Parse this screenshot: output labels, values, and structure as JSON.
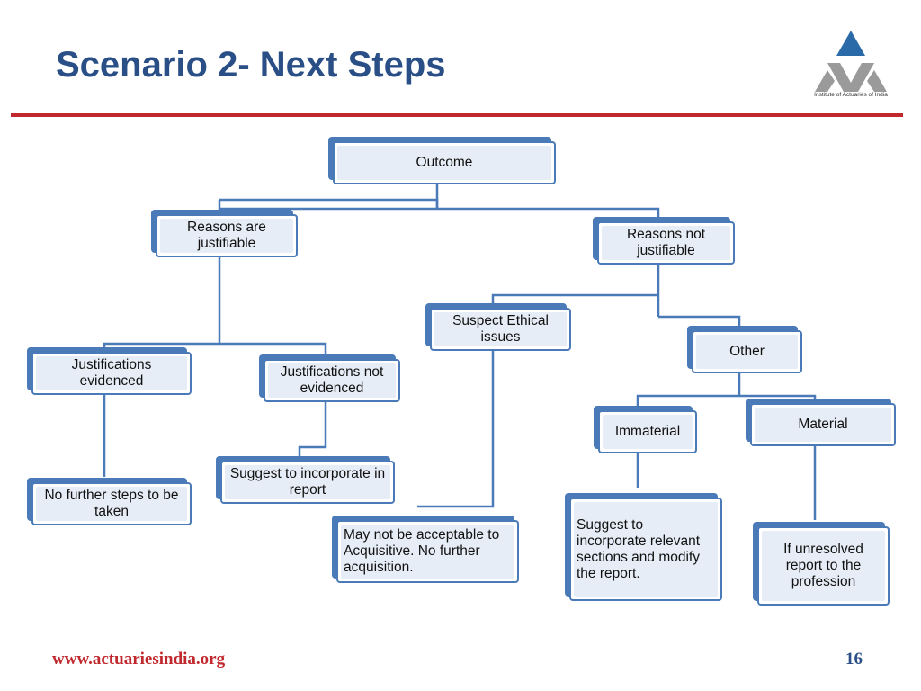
{
  "slide": {
    "title": "Scenario 2- Next Steps",
    "logo_caption": "Institute of Actuaries of India",
    "footer_url": "www.actuariesindia.org",
    "page_number": "16"
  },
  "diagram": {
    "nodes": {
      "outcome": "Outcome",
      "reasons_justifiable": "Reasons are justifiable",
      "reasons_not_justifiable": "Reasons not justifiable",
      "justifications_evidenced": "Justifications evidenced",
      "justifications_not_evidenced": "Justifications not evidenced",
      "suspect_ethical": "Suspect Ethical issues",
      "other": "Other",
      "immaterial": "Immaterial",
      "material": "Material",
      "no_further_steps": "No further steps to be taken",
      "suggest_incorporate": "Suggest to incorporate in report",
      "may_not_be_acceptable": "May not be acceptable to Acquisitive. No further acquisition.",
      "suggest_relevant": "Suggest to incorporate relevant sections and modify the report.",
      "if_unresolved": "If unresolved report to the profession"
    }
  },
  "colors": {
    "title": "#2a4f86",
    "rule": "#c0282d",
    "node_border": "#4a7ab8",
    "node_fill": "#e7edf6",
    "connector": "#4a7ab8"
  }
}
